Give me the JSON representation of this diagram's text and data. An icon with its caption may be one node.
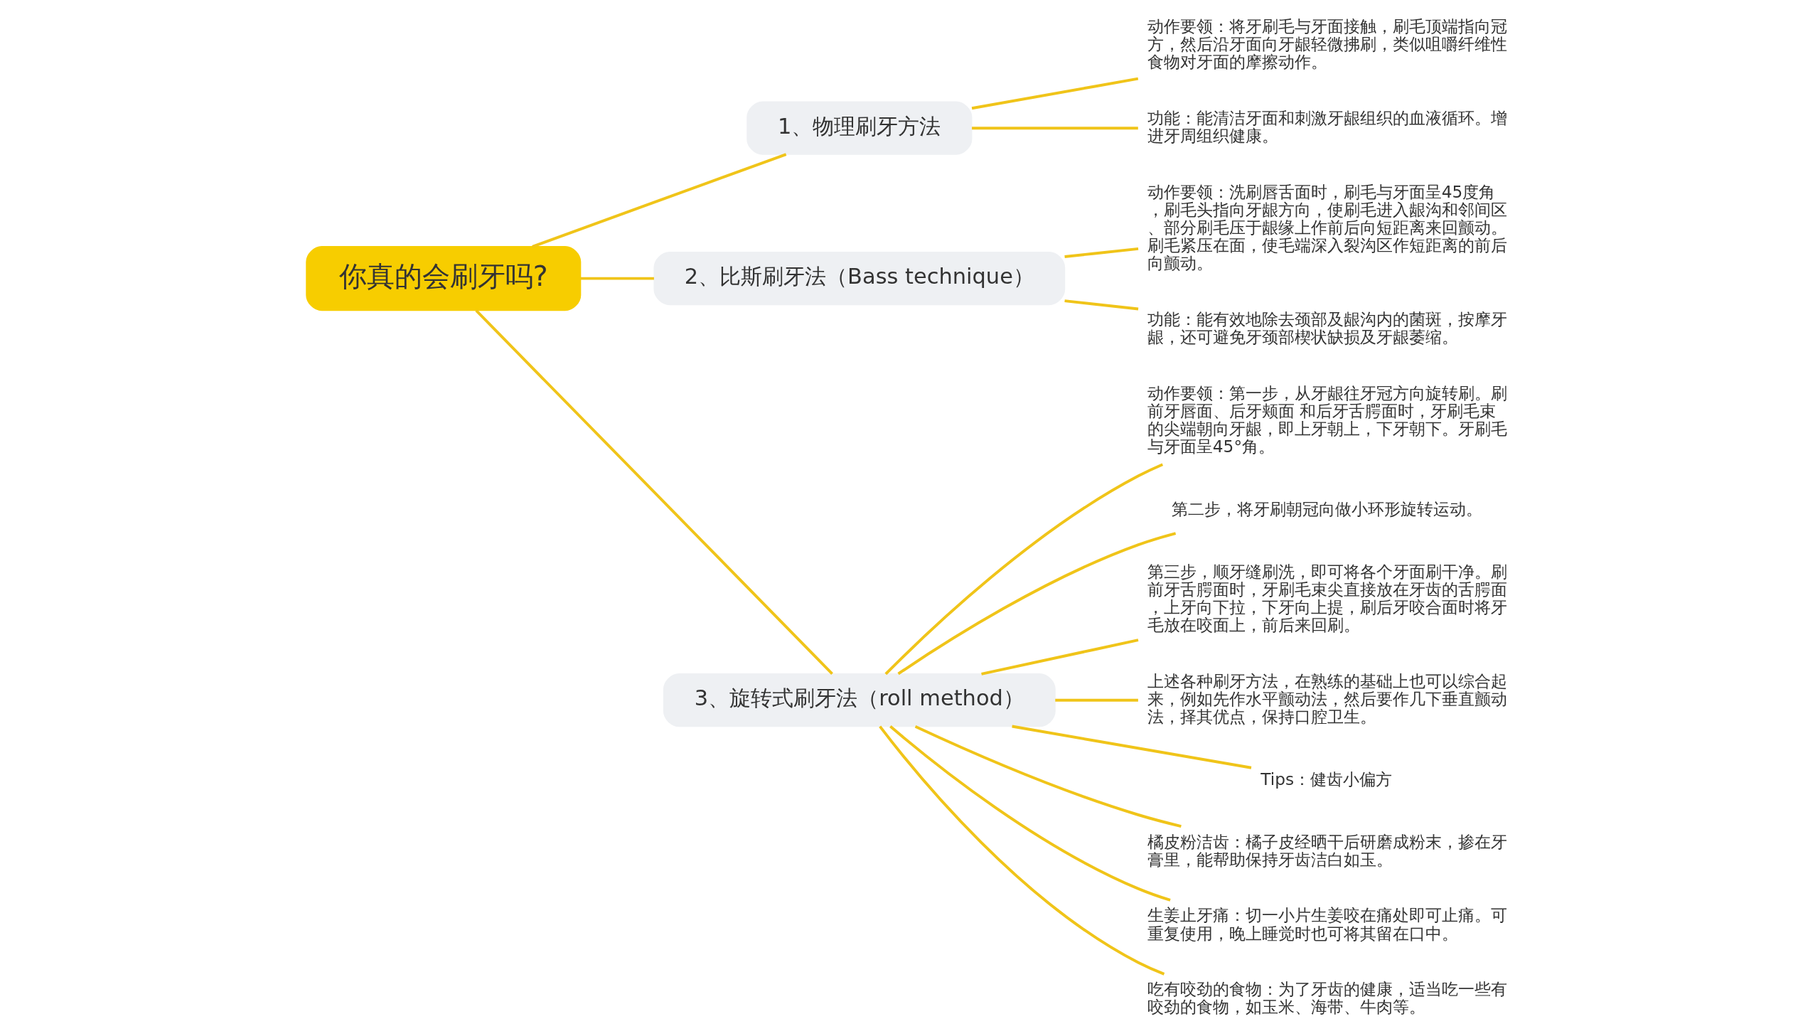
{
  "diagram": {
    "nodes": [
      {
        "text": [
          "你真的会刷牙吗?"
        ]
      },
      {
        "text": [
          "1、物理刷牙方法"
        ]
      },
      {
        "text": [
          "动作要领：将牙刷毛与牙面接触，刷毛顶端指向冠方，然后沿牙面向牙龈轻微拂刷，类似咀嚼纤维性食物对牙面的摩擦动作。"
        ]
      },
      {
        "text": [
          "功能：能清洁牙面和刺激牙龈组织的血液循环。增进牙周组织健康。"
        ]
      },
      {
        "text": [
          "2、比斯刷牙法（Bass technique）"
        ]
      },
      {
        "text": [
          "动作要领：洗刷唇舌面时，刷毛与牙面呈45度角，刷毛头指向牙龈方向，使刷毛进入龈沟和邻间区、部分刷毛压于龈缘上作前后向短距离来回颤动。刷毛紧压在面，使毛端深入裂沟区作短距离的前后向颤动。"
        ]
      },
      {
        "text": [
          "功能：能有效地除去颈部及龈沟内的菌斑，按摩牙龈，还可避免牙颈部楔状缺损及牙龈萎缩。"
        ]
      },
      {
        "text": [
          "3、旋转式刷牙法（roll method）"
        ]
      },
      {
        "text": [
          "动作要领：第一步，从牙龈往牙冠方向旋转刷。刷前牙唇面、后牙颊面 和后牙舌腭面时，牙刷毛束的尖端朝向牙龈，即上牙朝上，下牙朝下。牙刷毛与牙面呈45°角。"
        ]
      },
      {
        "text": [
          "第二步，将牙刷朝冠向做小环形旋转运动。"
        ]
      },
      {
        "text": [
          "第三步，顺牙缝刷洗，即可将各个牙面刷干净。刷前牙舌腭面时，牙刷毛束尖直接放在牙齿的舌腭面，上牙向下拉，下牙向上提，刷后牙咬合面时将牙毛放在咬面上，前后来回刷。"
        ]
      },
      {
        "text": [
          "上述各种刷牙方法，在熟练的基础上也可以综合起来，例如先作水平颤动法，然后要作几下垂直颤动法，择其优点，保持口腔卫生。"
        ]
      },
      {
        "text": [
          "Tips：健齿小偏方"
        ]
      },
      {
        "text": [
          "橘皮粉洁齿：橘子皮经晒干后研磨成粉末，掺在牙膏里，能帮助保持牙齿洁白如玉。"
        ]
      },
      {
        "text": [
          "生姜止牙痛：切一小片生姜咬在痛处即可止痛。可重复使用，晚上睡觉时也可将其留在口中。"
        ]
      },
      {
        "text": [
          "吃有咬劲的食物：为了牙齿的健康，适当吃一些有咬劲的食物，如玉米、海带、牛肉等。"
        ]
      }
    ],
    "edges": [
      {
        "from": 0,
        "to": 1,
        "arrow": "none"
      },
      {
        "from": 1,
        "to": 2,
        "arrow": "none"
      },
      {
        "from": 1,
        "to": 3,
        "arrow": "none"
      },
      {
        "from": 0,
        "to": 4,
        "arrow": "none"
      },
      {
        "from": 4,
        "to": 5,
        "arrow": "none"
      },
      {
        "from": 4,
        "to": 6,
        "arrow": "none"
      },
      {
        "from": 0,
        "to": 7,
        "arrow": "none"
      },
      {
        "from": 7,
        "to": 8,
        "arrow": "none"
      },
      {
        "from": 7,
        "to": 9,
        "arrow": "none"
      },
      {
        "from": 7,
        "to": 10,
        "arrow": "none"
      },
      {
        "from": 7,
        "to": 11,
        "arrow": "none"
      },
      {
        "from": 7,
        "to": 12,
        "arrow": "none"
      },
      {
        "from": 7,
        "to": 13,
        "arrow": "none"
      },
      {
        "from": 7,
        "to": 14,
        "arrow": "none"
      },
      {
        "from": 7,
        "to": 15,
        "arrow": "none"
      }
    ]
  }
}
